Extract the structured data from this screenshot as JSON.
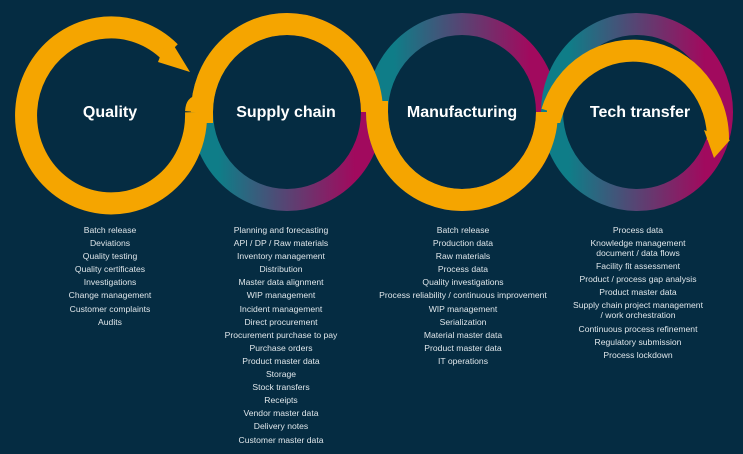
{
  "colors": {
    "background": "#052c42",
    "orange": "#f5a500",
    "teal": "#0f7d88",
    "magenta": "#a10a5e"
  },
  "stages": [
    {
      "title": "Quality",
      "items": [
        "Batch release",
        "Deviations",
        "Quality testing",
        "Quality certificates",
        "Investigations",
        "Change management",
        "Customer complaints",
        "Audits"
      ]
    },
    {
      "title": "Supply chain",
      "items": [
        "Planning and forecasting",
        "API / DP / Raw materials",
        "Inventory management",
        "Distribution",
        "Master data alignment",
        "WIP management",
        "Incident management",
        "Direct procurement",
        "Procurement purchase to pay",
        "Purchase orders",
        "Product master data",
        "Storage",
        "Stock transfers",
        "Receipts",
        "Vendor master data",
        "Delivery notes",
        "Customer master data"
      ]
    },
    {
      "title": "Manufacturing",
      "items": [
        "Batch release",
        "Production data",
        "Raw materials",
        "Process data",
        "Quality investigations",
        "Process reliability / continuous improvement",
        "WIP management",
        "Serialization",
        "Material master data",
        "Product master data",
        "IT operations"
      ]
    },
    {
      "title": "Tech transfer",
      "items": [
        "Process data",
        "Knowledge management\ndocument / data flows",
        "Facility fit assessment",
        "Product / process gap analysis",
        "Product master data",
        "Supply chain project management\n/ work orchestration",
        "Continuous process refinement",
        "Regulatory submission",
        "Process lockdown"
      ]
    }
  ]
}
